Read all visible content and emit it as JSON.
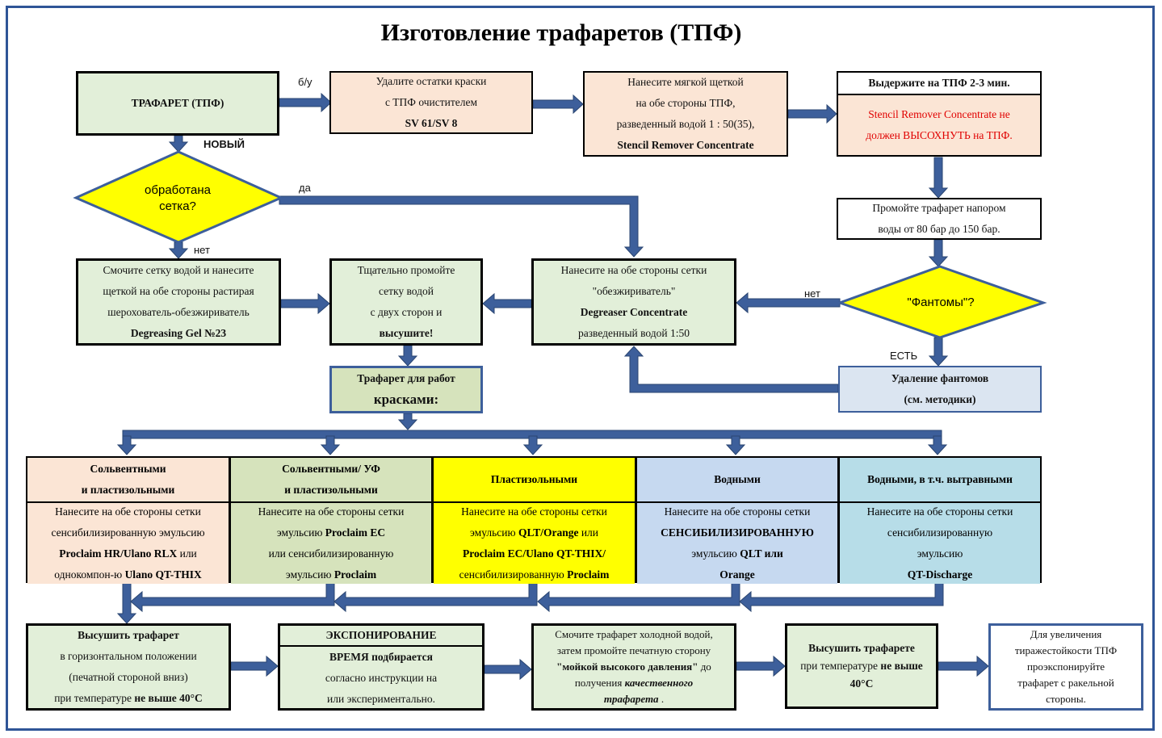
{
  "title": "Изготовление трафаретов (ТПФ)",
  "labels": {
    "by": "б/у",
    "new": "НОВЫЙ",
    "yes": "да",
    "no": "нет",
    "no2": "нет",
    "est": "ЕСТЬ"
  },
  "boxes": {
    "stencil": "ТРАФАРЕТ (ТПФ)",
    "remove_paint": {
      "l1": "Удалите остатки краски",
      "l2": "с ТПФ очистителем",
      "l3": "SV 61/SV 8"
    },
    "apply_brush": {
      "l1": "Нанесите мягкой щеткой",
      "l2": "на обе стороны ТПФ,",
      "l3": "разведенный водой 1 : 50(35),",
      "l4": "Stencil Remover Concentrate"
    },
    "hold": {
      "head": "Выдержите на ТПФ 2-3 мин.",
      "l1": "Stencil Remover Concentrate не",
      "l2": "должен ВЫСОХНУТЬ на  ТПФ."
    },
    "rinse_pressure": {
      "l1": "Промойте трафарет напором",
      "l2": "воды от 80 бар до 150 бар."
    },
    "mesh_treated": {
      "l1": "обработана",
      "l2": "сетка?"
    },
    "phantoms": "\"Фантомы\"?",
    "wet_mesh": {
      "l1": "Смочите сетку водой и нанесите",
      "l2": "щеткой на обе стороны растирая",
      "l3": "шерохователь-обезжириватель",
      "l4": "Degreasing Gel №23"
    },
    "rinse_dry": {
      "l1": "Тщательно промойте",
      "l2": "сетку водой",
      "l3": "с двух сторон и",
      "l4": "высушите!"
    },
    "degreaser": {
      "l1": "Нанесите на обе стороны сетки",
      "l2": "\"обезжириватель\"",
      "l3": "Degreaser  Concentrate",
      "l4": "разведенный водой 1:50"
    },
    "remove_phantoms": {
      "l1": "Удаление фантомов",
      "l2": "(см. методики)"
    },
    "stencil_for": {
      "l1": "Трафарет для работ",
      "l2": "красками:"
    }
  },
  "columns": [
    {
      "h1": "Сольвентными",
      "h2": "и пластизольными",
      "b1": "Нанесите на обе стороны сетки",
      "b2": "сенсибилизированную эмульсию",
      "b3": "Proclaim HR/Ulano RLX",
      "b3b": " или",
      "b4": "однокомпон-ю ",
      "b4b": "Ulano QT-THIX"
    },
    {
      "h1": "Сольвентными/ УФ",
      "h2": "и пластизольными",
      "b1": "Нанесите на обе стороны сетки",
      "b2": "эмульсию ",
      "b2b": "Proclaim EC",
      "b3": "или сенсибилизированную",
      "b4": "эмульсию ",
      "b4b": "Proclaim"
    },
    {
      "h1": "Пластизольными",
      "b1": "Нанесите на обе стороны сетки",
      "b2": "эмульсию ",
      "b2b": "QLT/Orange",
      "b2c": " или",
      "b3": "Proclaim EC/Ulano QT-THIX/",
      "b4": "сенсибилизированную ",
      "b4b": "Proclaim"
    },
    {
      "h1": "Водными",
      "b1": "Нанесите на обе стороны сетки",
      "b2": "СЕНСИБИЛИЗИРОВАННУЮ",
      "b3": "эмульсию ",
      "b3b": "QLT или",
      "b4": "Orange"
    },
    {
      "h1": "Водными, в т.ч. вытравными",
      "b1": "Нанесите на обе стороны сетки",
      "b2": "сенсибилизированную",
      "b3": "эмульсию",
      "b4": "QT-Discharge"
    }
  ],
  "bottom": {
    "dry": {
      "l1": "Высушить трафарет",
      "l2": "в горизонтальном положении",
      "l3": "(печатной стороной вниз)",
      "l4": "при температуре ",
      "l4b": "не выше 40°C"
    },
    "expose": {
      "head": "ЭКСПОНИРОВАНИЕ",
      "l1": "ВРЕМЯ подбирается",
      "l2": "согласно инструкции на",
      "l3": "или экспериментально."
    },
    "wash": {
      "l1": "Смочите трафарет холодной водой,",
      "l2": "затем промойте печатную сторону",
      "l3": "\"мойкой высокого давления\"",
      "l3b": " до",
      "l4": "получения ",
      "l4b": "качественного",
      "l5": "трафарета",
      "l5b": " ."
    },
    "dry2": {
      "l1": "Высушить трафарете",
      "l2": "при температуре ",
      "l2b": "не выше",
      "l3": "40°C"
    },
    "durability": {
      "l1": "Для увеличения",
      "l2": "тиражестойкости ТПФ",
      "l3": "проэкспонируйте",
      "l4": "трафарет с ракельной",
      "l5": "стороны."
    }
  },
  "colors": {
    "arrow": "#3d5f9b",
    "frame": "#2f5597",
    "diamond": "#ffff00"
  }
}
